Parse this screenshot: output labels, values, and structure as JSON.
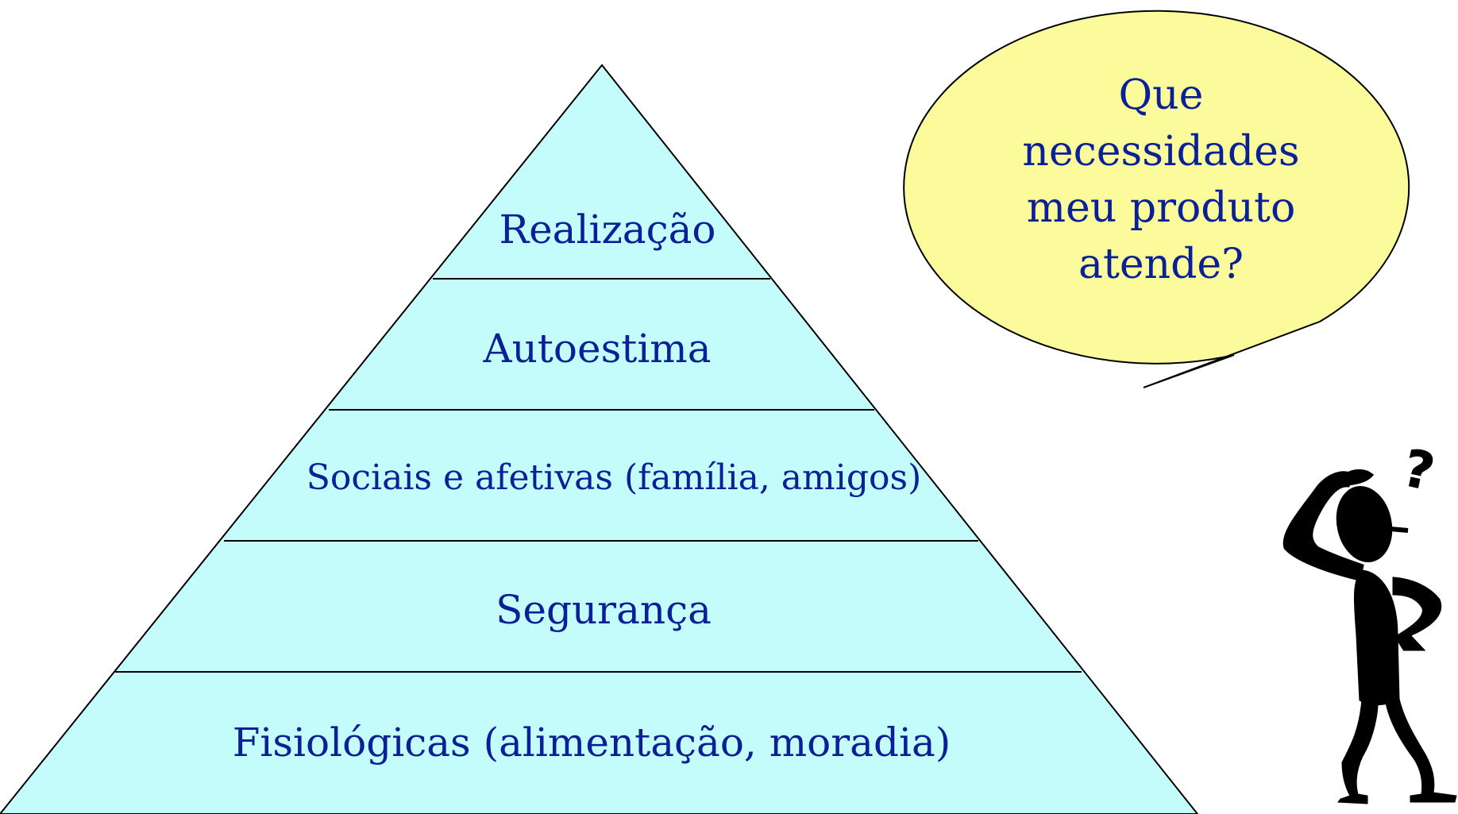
{
  "colors": {
    "pyramid_fill": "#c4fcfc",
    "bubble_fill": "#fbfb9b",
    "text": "#0a2096",
    "stroke": "#000000",
    "figure": "#000000"
  },
  "pyramid": {
    "tiers": [
      {
        "label": "Realização"
      },
      {
        "label": "Autoestima"
      },
      {
        "label": "Sociais e afetivas (família, amigos)"
      },
      {
        "label": "Segurança"
      },
      {
        "label": "Fisiológicas (alimentação, moradia)"
      }
    ]
  },
  "bubble": {
    "lines": [
      "Que",
      "necessidades",
      "meu produto",
      "atende?"
    ]
  },
  "figure": {
    "question_mark": "?"
  }
}
